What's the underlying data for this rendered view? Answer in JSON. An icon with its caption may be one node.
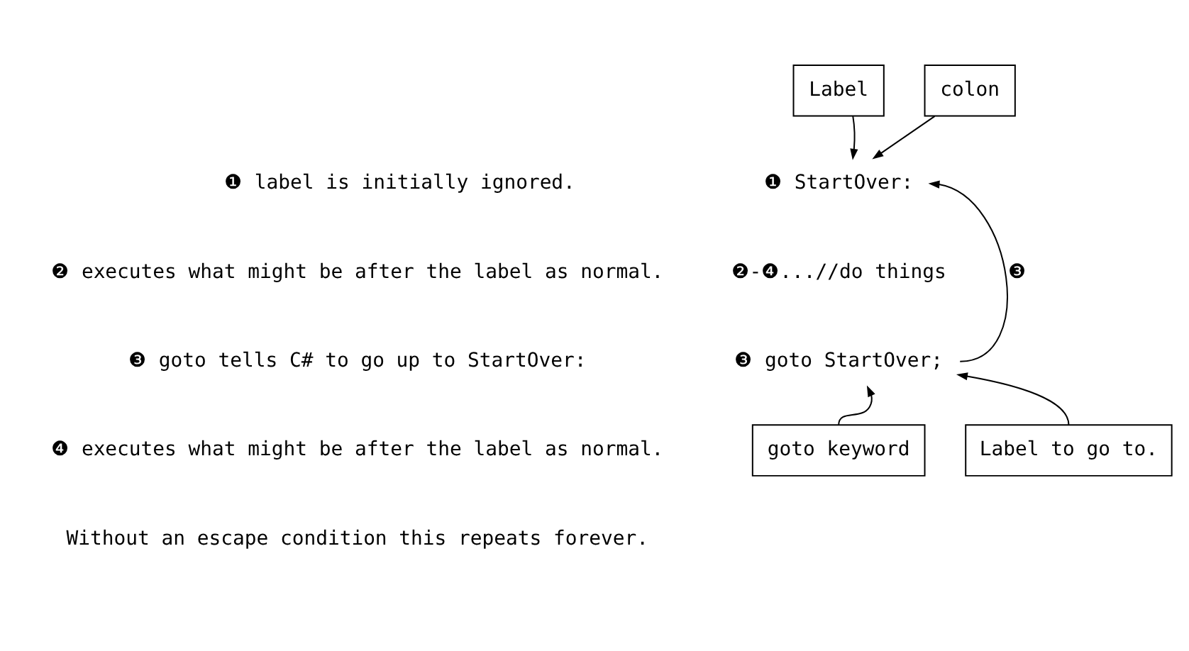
{
  "diagram": {
    "nodes": [
      {
        "text": [
          "Label"
        ]
      },
      {
        "text": [
          "colon"
        ]
      },
      {
        "text": [
          "❶ StartOver:"
        ]
      },
      {
        "text": [
          "❸ goto StartOver;"
        ]
      },
      {
        "text": [
          "goto keyword"
        ]
      },
      {
        "text": [
          "Label to go to."
        ]
      }
    ],
    "edges": [
      {
        "from": 0,
        "to": 2,
        "arrow": "to"
      },
      {
        "from": 1,
        "to": 2,
        "arrow": "to"
      },
      {
        "from": 3,
        "to": 2,
        "arrow": "to",
        "label": "❸"
      },
      {
        "from": 4,
        "to": 3,
        "arrow": "to"
      },
      {
        "from": 5,
        "to": 3,
        "arrow": "to"
      }
    ],
    "labels": [
      "❷-❹...//do things",
      "❶ label is initially ignored.",
      "❷ executes what might be after the label as normal.",
      "❸ goto tells C# to go up to StartOver:",
      "❹ executes what might be after the label as normal.",
      "Without an escape condition this repeats forever."
    ]
  }
}
